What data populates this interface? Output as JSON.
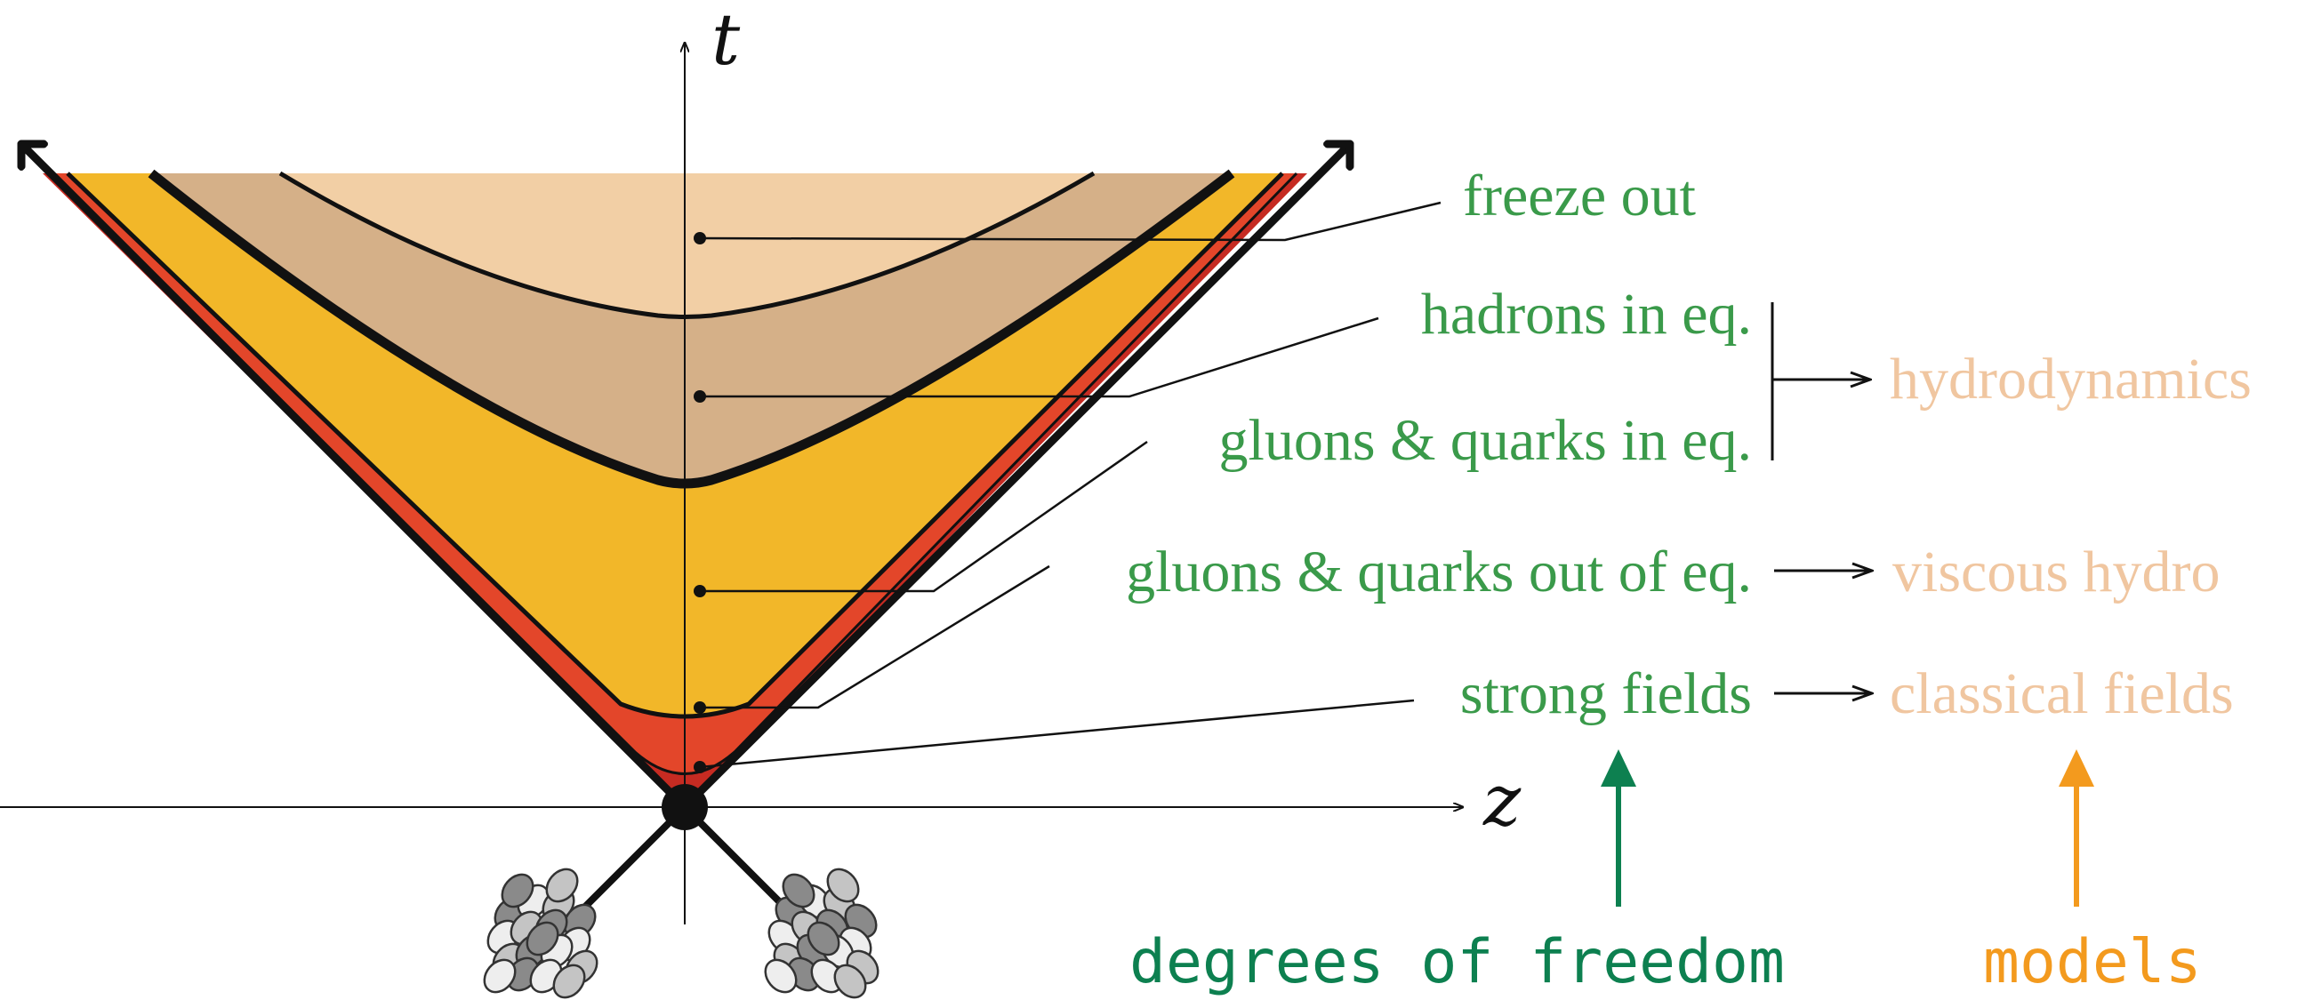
{
  "axes": {
    "time_label": "t",
    "space_label": "z"
  },
  "stages": {
    "freeze_out": "freeze out",
    "hadrons_eq": "hadrons in eq.",
    "gluons_quarks_eq": "gluons & quarks in eq.",
    "gluons_quarks_out_eq": "gluons & quarks out of eq.",
    "strong_fields": "strong fields"
  },
  "models": {
    "hydrodynamics": "hydrodynamics",
    "viscous_hydro": "viscous hydro",
    "classical_fields": "classical fields"
  },
  "footer": {
    "degrees_of_freedom": "degrees of freedom",
    "models": "models"
  },
  "colors": {
    "freeze_out_region": "#f2cfa5",
    "hadron_region": "#d5b088",
    "qgp_region": "#f2b729",
    "preequilibrium_region": "#e3462a",
    "strong_field_region": "#c62b22",
    "stage_text": "#3a9a4a",
    "model_text": "#f0c6a0",
    "dof_text_arrow": "#0d8050",
    "models_text_arrow": "#f39a1e",
    "lines": "#111111",
    "nucleus_light": "#eeeeee",
    "nucleus_dark": "#8a8a8a"
  }
}
